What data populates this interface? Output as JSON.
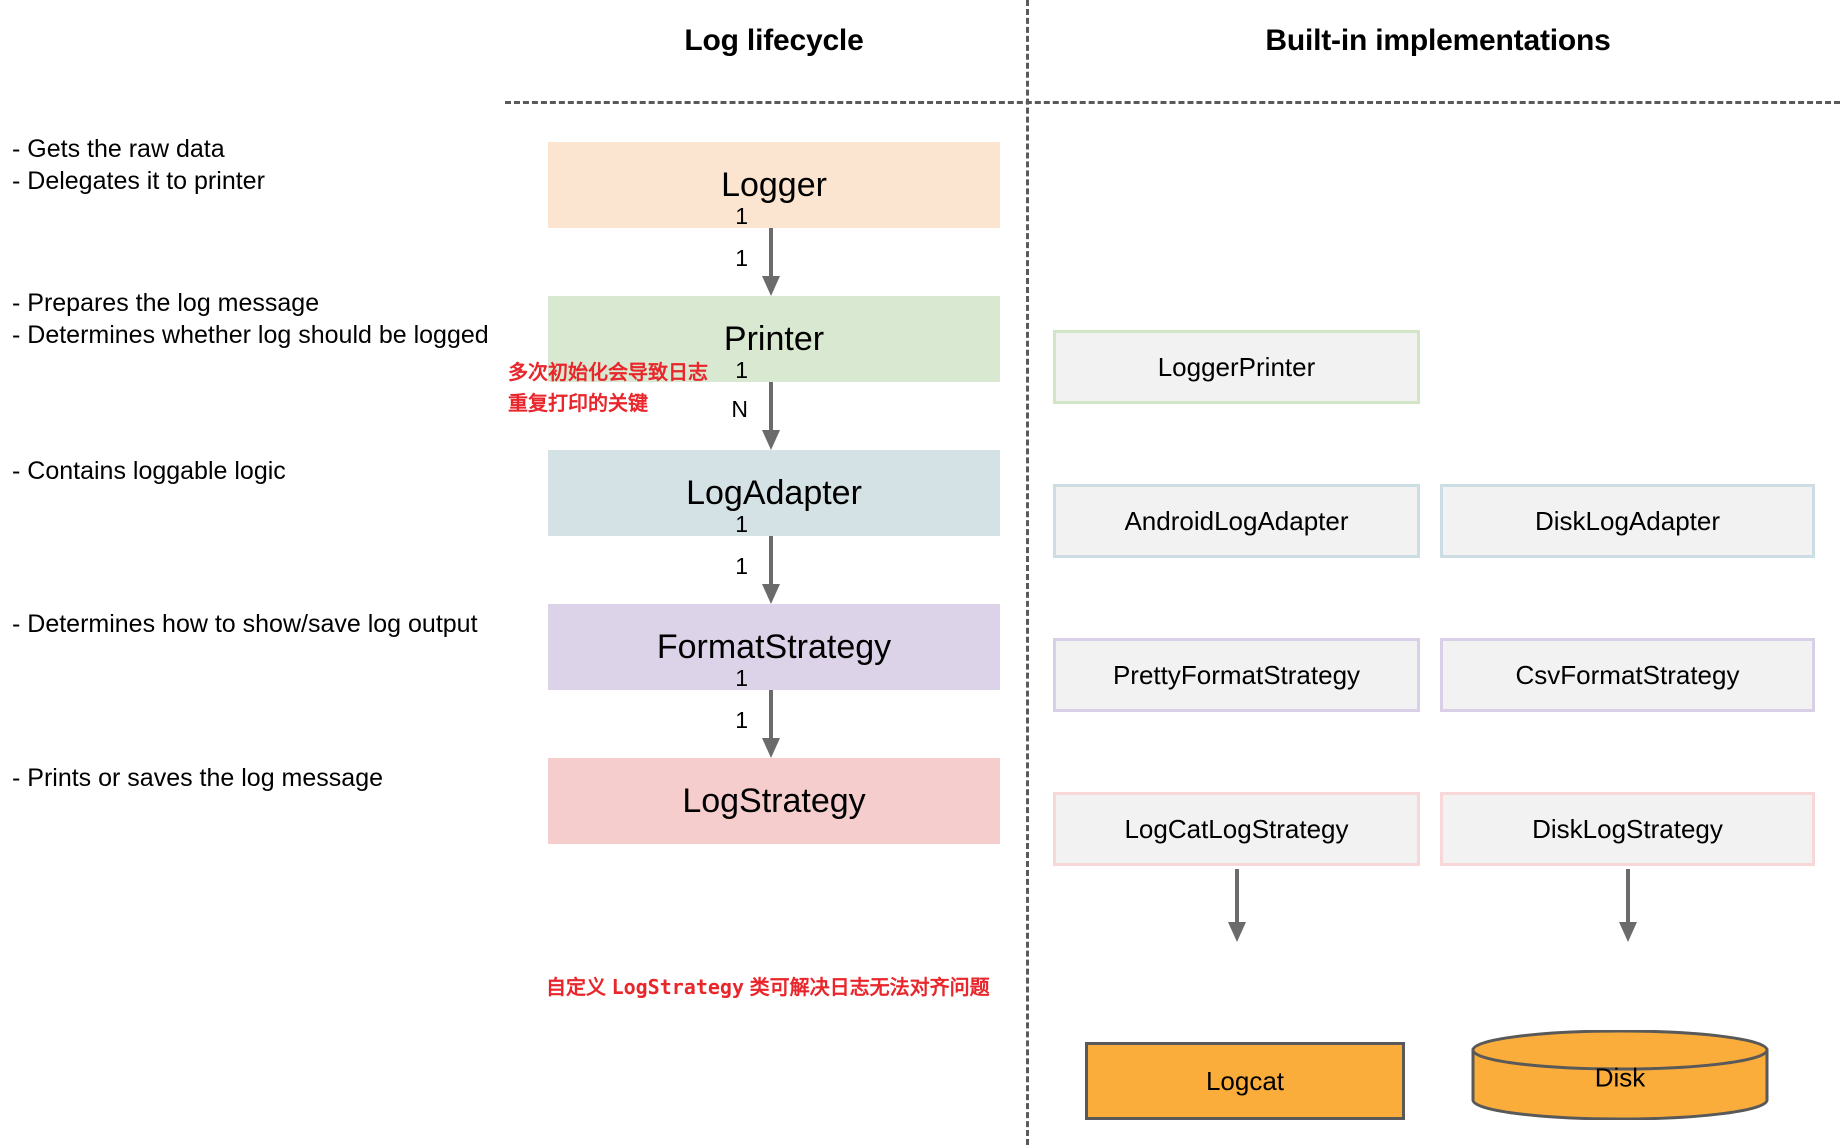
{
  "headers": {
    "lifecycle": "Log lifecycle",
    "builtin": "Built-in implementations"
  },
  "descriptions": [
    {
      "text": "- Gets the raw data\n- Delegates it to printer"
    },
    {
      "text": "- Prepares the log message\n- Determines whether log should be logged"
    },
    {
      "text": "- Contains loggable logic"
    },
    {
      "text": "- Determines how to show/save log output"
    },
    {
      "text": "- Prints or saves the log message"
    }
  ],
  "lifecycle_boxes": [
    {
      "label": "Logger",
      "color": "#fbe5d0"
    },
    {
      "label": "Printer",
      "color": "#d9e8d0"
    },
    {
      "label": "LogAdapter",
      "color": "#d4e1e5"
    },
    {
      "label": "FormatStrategy",
      "color": "#ddd3e8"
    },
    {
      "label": "LogStrategy",
      "color": "#f5cdcd"
    }
  ],
  "arrows": [
    {
      "from": "Logger",
      "to": "Printer",
      "source_cardinality": "1",
      "target_cardinality": "1"
    },
    {
      "from": "Printer",
      "to": "LogAdapter",
      "source_cardinality": "1",
      "target_cardinality": "N"
    },
    {
      "from": "LogAdapter",
      "to": "FormatStrategy",
      "source_cardinality": "1",
      "target_cardinality": "1"
    },
    {
      "from": "FormatStrategy",
      "to": "LogStrategy",
      "source_cardinality": "1",
      "target_cardinality": "1"
    }
  ],
  "annotations": {
    "printer_note": "多次初始化会导致日志\n重复打印的关键",
    "logstrategy_note_prefix": "自定义 ",
    "logstrategy_note_mono": "LogStrategy",
    "logstrategy_note_suffix": " 类可解决日志无法对齐问题",
    "color": "#e8262b"
  },
  "implementations": [
    {
      "label": "LoggerPrinter",
      "border": "#d2e5c6"
    },
    {
      "label": "AndroidLogAdapter",
      "border": "#ccdde3"
    },
    {
      "label": "DiskLogAdapter",
      "border": "#ccdde3"
    },
    {
      "label": "PrettyFormatStrategy",
      "border": "#d9cfe6"
    },
    {
      "label": "CsvFormatStrategy",
      "border": "#d9cfe6"
    },
    {
      "label": "LogCatLogStrategy",
      "border": "#f7d7d7"
    },
    {
      "label": "DiskLogStrategy",
      "border": "#f7d7d7"
    }
  ],
  "sinks": [
    {
      "label": "Logcat",
      "shape": "rectangle",
      "color": "#fbad3c"
    },
    {
      "label": "Disk",
      "shape": "cylinder",
      "color": "#fbad3c"
    }
  ]
}
